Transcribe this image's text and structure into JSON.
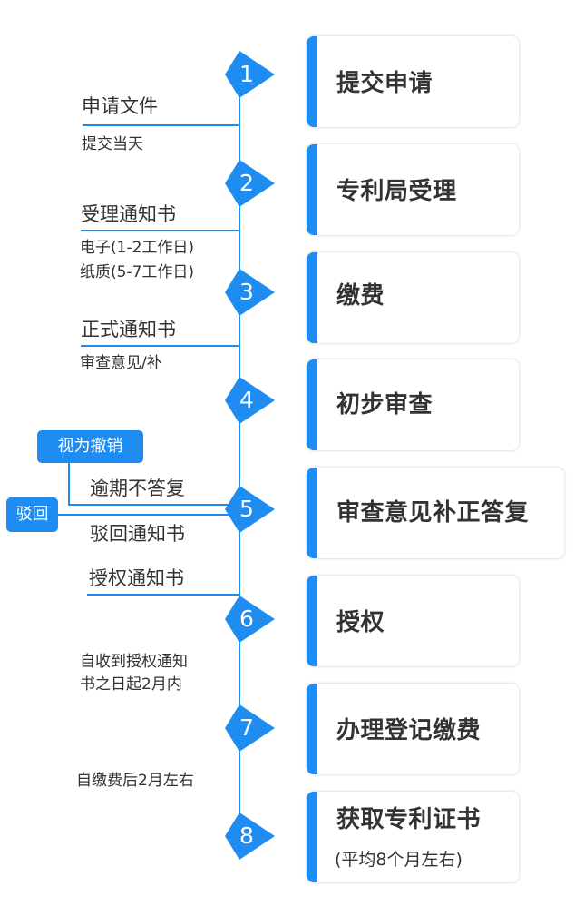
{
  "accent_color": "#1E8CF0",
  "steps": [
    {
      "num": "1",
      "title": "提交申请"
    },
    {
      "num": "2",
      "title": "专利局受理"
    },
    {
      "num": "3",
      "title": "缴费"
    },
    {
      "num": "4",
      "title": "初步审查"
    },
    {
      "num": "5",
      "title": "审查意见补正答复"
    },
    {
      "num": "6",
      "title": "授权"
    },
    {
      "num": "7",
      "title": "办理登记缴费"
    },
    {
      "num": "8",
      "title": "获取专利证书",
      "subtitle": "(平均8个月左右)"
    }
  ],
  "annotations": {
    "a1_label": "申请文件",
    "a1_note": "提交当天",
    "a2_label": "受理通知书",
    "a2_note_1": "电子(1-2工作日)",
    "a2_note_2": "纸质(5-7工作日)",
    "a3_label": "正式通知书",
    "a3_note": "审查意见/补",
    "a5_overdue": "逾期不答复",
    "a5_reject_notice": "驳回通知书",
    "a6_label": "授权通知书",
    "a6_note_1": "自收到授权通知",
    "a6_note_2": "书之日起2月内",
    "a7_note": "自缴费后2月左右"
  },
  "badges": {
    "revoked": "视为撤销",
    "rejected": "驳回"
  }
}
